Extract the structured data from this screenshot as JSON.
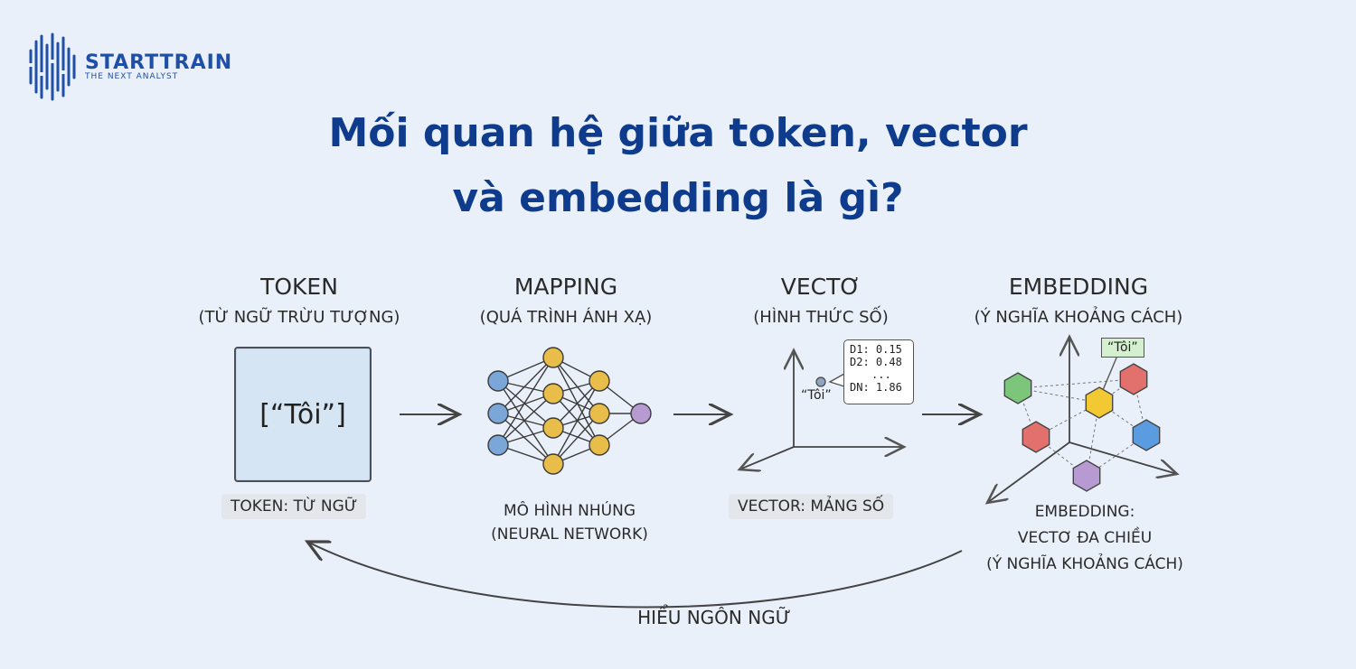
{
  "logo": {
    "brand": "STARTTRAIN",
    "tagline": "THE NEXT ANALYST"
  },
  "title": {
    "line1": "Mối quan hệ giữa token, vector",
    "line2": "và embedding là gì?"
  },
  "stages": [
    {
      "title": "TOKEN",
      "subtitle": "(TỪ NGỮ TRỪU TƯỢNG)",
      "box_text": "[“Tôi”]",
      "caption": "TOKEN: TỪ NGỮ"
    },
    {
      "title": "MAPPING",
      "subtitle": "(QUÁ TRÌNH ÁNH XẠ)",
      "caption_line1": "MÔ HÌNH NHÚNG",
      "caption_line2": "(NEURAL NETWORK)"
    },
    {
      "title": "VECTƠ",
      "subtitle": "(HÌNH THỨC SỐ)",
      "point_label": "“Tôi”",
      "values": [
        "D1: 0.15",
        "D2: 0.48",
        "...",
        "DN: 1.86"
      ],
      "caption": "VECTOR: MẢNG SỐ"
    },
    {
      "title": "EMBEDDING",
      "subtitle": "(Ý NGHĨA KHOẢNG CÁCH)",
      "tag": "“Tôi”",
      "caption_line1": "EMBEDDING:",
      "caption_line2": "VECTƠ ĐA CHIỀU",
      "caption_line3": "(Ý NGHĨA KHOẢNG CÁCH)"
    }
  ],
  "feedback": {
    "label": "HIỂU NGÔN NGỮ"
  },
  "colors": {
    "background": "#eaf0f9",
    "title": "#0e3b8c",
    "brand": "#1f4fa6",
    "node_blue": "#7ba7d8",
    "node_yellow": "#e8bd4a",
    "node_purple": "#b79ad1",
    "hex_green": "#7cc67c",
    "hex_red": "#e2706d",
    "hex_yellow": "#f2c933",
    "hex_blue": "#5b9be0",
    "hex_purple": "#b79ad1"
  }
}
